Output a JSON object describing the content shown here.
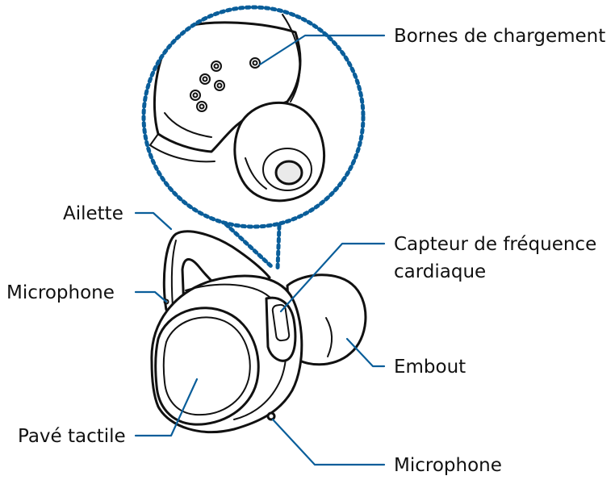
{
  "labels": {
    "charging_contacts": "Bornes de chargement",
    "wing_tip": "Ailette",
    "heart_rate_sensor_line1": "Capteur de fréquence",
    "heart_rate_sensor_line2": "cardiaque",
    "microphone_left": "Microphone",
    "ear_tip": "Embout",
    "touchpad": "Pavé tactile",
    "microphone_bottom": "Microphone"
  },
  "colors": {
    "callout": "#0a5e9a",
    "outline": "#111111",
    "background": "#ffffff"
  }
}
